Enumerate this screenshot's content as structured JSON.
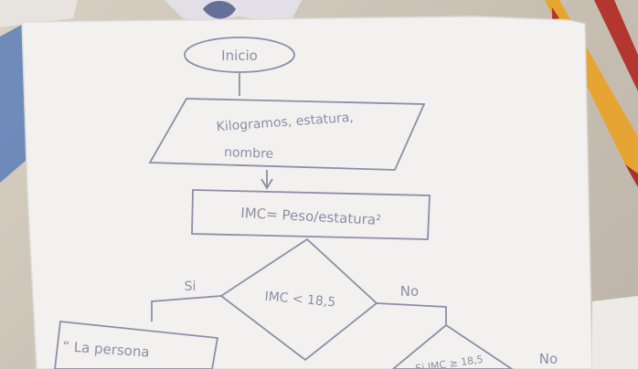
{
  "colors": {
    "paper": "#f3f1ef",
    "ink": "#8a8fa6",
    "pencil_yellow": "#e6a532",
    "pencil_red": "#b3362f",
    "tape_blue": "#5d7fb8"
  },
  "flowchart": {
    "start": "Inicio",
    "input_line1": "Kilogramos, estatura,",
    "input_line2": "nombre",
    "process": "IMC= Peso/estatura²",
    "decision": "IMC < 18,5",
    "branch_yes": "Si",
    "branch_no": "No",
    "output_partial": "“ La persona",
    "decision2_partial": "Si IMC ≥ 18,5",
    "branch_no2": "No"
  }
}
